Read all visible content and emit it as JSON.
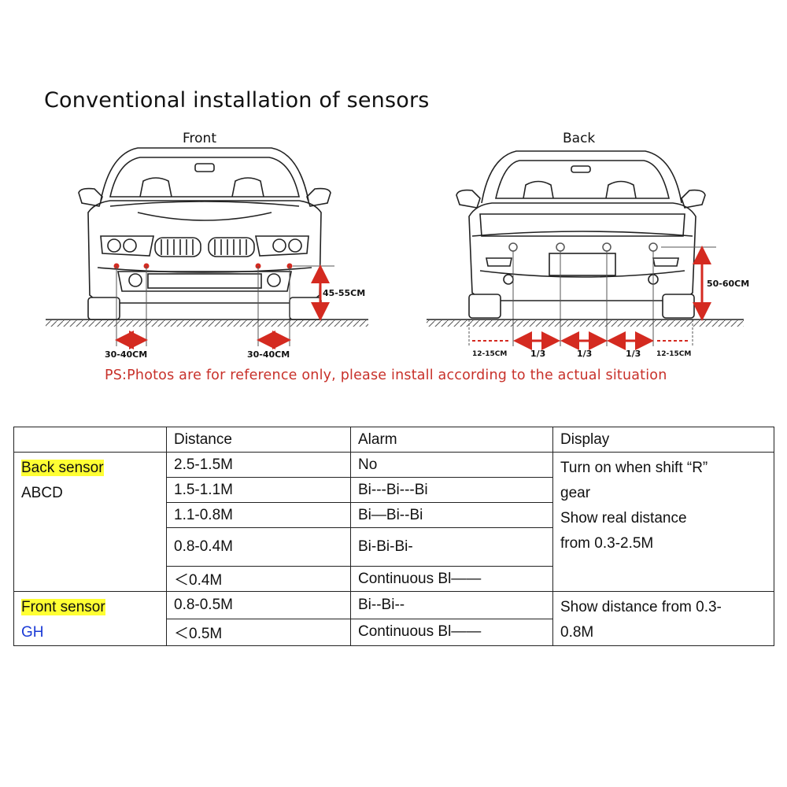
{
  "title": "Conventional installation  of sensors",
  "front": {
    "label": "Front",
    "height_label": "45-55CM",
    "left_offset_label": "30-40CM",
    "right_offset_label": "30-40CM"
  },
  "back": {
    "label": "Back",
    "height_label": "50-60CM",
    "spacing_labels": [
      "12-15CM",
      "1/3",
      "1/3",
      "1/3",
      "12-15CM"
    ]
  },
  "ps_note": "PS:Photos are for reference only, please install according to the actual situation",
  "table": {
    "headers": [
      "",
      "Distance",
      "Alarm",
      "Display"
    ],
    "back_group": {
      "name": "Back sensor",
      "sensors": "ABCD",
      "rows": [
        {
          "distance": "2.5-1.5M",
          "alarm": "No"
        },
        {
          "distance": "1.5-1.1M",
          "alarm": "Bi---Bi---Bi"
        },
        {
          "distance": "1.1-0.8M",
          "alarm": "Bi—Bi--Bi"
        },
        {
          "distance": "0.8-0.4M",
          "alarm": "Bi-Bi-Bi-"
        },
        {
          "distance": "＜0.4M",
          "alarm": "Continuous Bl——"
        }
      ],
      "display_lines": [
        "Turn on when shift “R”",
        "gear",
        "Show real distance",
        "from 0.3-2.5M"
      ]
    },
    "front_group": {
      "name": "Front sensor",
      "sensors": "GH",
      "rows": [
        {
          "distance": "0.8-0.5M",
          "alarm": "Bi--Bi--"
        },
        {
          "distance": "＜0.5M",
          "alarm": "Continuous Bl——"
        }
      ],
      "display_lines": [
        "Show distance from 0.3-",
        "0.8M"
      ]
    }
  },
  "colors": {
    "highlight": "#ffff33",
    "ps_red": "#c8312a",
    "arrow_red": "#d42a20",
    "sensor_blue": "#1a3ad6"
  }
}
